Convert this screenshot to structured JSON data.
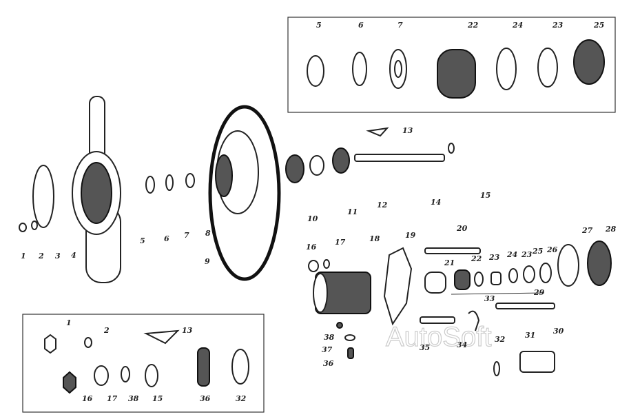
{
  "watermark": "AutoSoft",
  "inset_top": {
    "labels": [
      "5",
      "6",
      "7",
      "22",
      "24",
      "23",
      "25"
    ]
  },
  "main": {
    "labels": [
      "1",
      "2",
      "3",
      "4",
      "5",
      "6",
      "7",
      "8",
      "9",
      "10",
      "11",
      "12",
      "13",
      "14",
      "15"
    ]
  },
  "right": {
    "labels": [
      "16",
      "17",
      "18",
      "19",
      "20",
      "21",
      "22",
      "23",
      "24",
      "23",
      "25",
      "26",
      "27",
      "28",
      "33",
      "29",
      "30",
      "35",
      "34",
      "32",
      "31",
      "38",
      "37",
      "36"
    ]
  },
  "inset_bottom": {
    "labels": [
      "1",
      "2",
      "13",
      "16",
      "17",
      "38",
      "15",
      "36",
      "32"
    ]
  }
}
